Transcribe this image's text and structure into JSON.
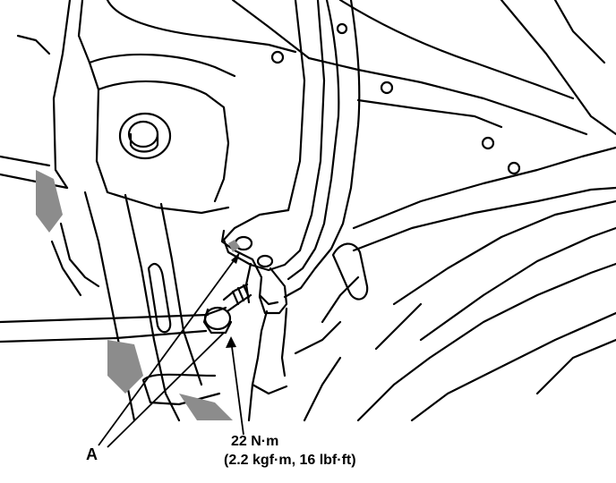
{
  "callouts": {
    "part_label": "A",
    "torque_value": "22 N·m",
    "torque_conversion": "(2.2 kgf·m, 16 lbf·ft)"
  },
  "colors": {
    "line": "#000000",
    "shading": "#8c8c8c",
    "background": "#ffffff"
  }
}
